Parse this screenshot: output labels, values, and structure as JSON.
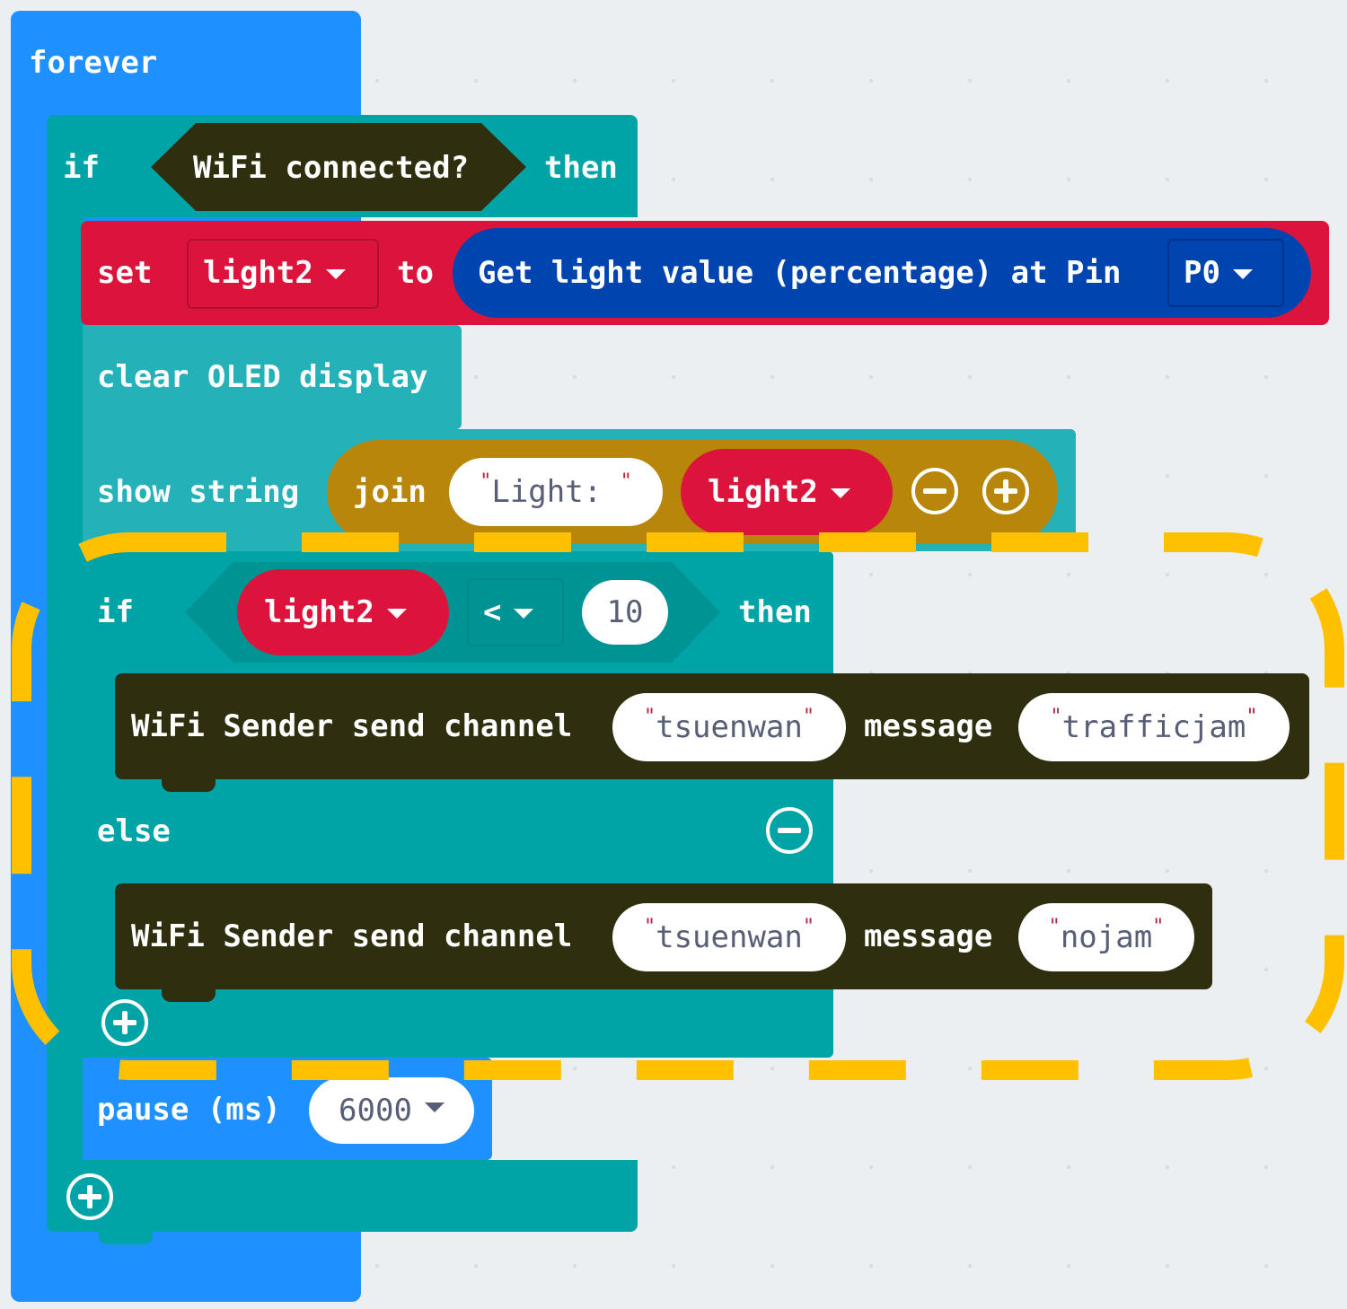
{
  "forever": {
    "label": "forever"
  },
  "outer_if": {
    "if_label": "if",
    "condition": "WiFi connected?",
    "then_label": "then"
  },
  "set_block": {
    "set_label": "set",
    "variable": "light2",
    "to_label": "to",
    "reporter": "Get light value (percentage) at Pin",
    "pin": "P0"
  },
  "clear_block": {
    "label": "clear OLED display"
  },
  "show_block": {
    "label": "show string",
    "join_label": "join",
    "text": "Light: ",
    "variable": "light2"
  },
  "inner_if": {
    "if_label": "if",
    "variable": "light2",
    "operator": "<",
    "value": "10",
    "then_label": "then",
    "else_label": "else"
  },
  "send1": {
    "label": "WiFi Sender send channel",
    "channel": "tsuenwan",
    "message_label": "message",
    "message": "trafficjam"
  },
  "send2": {
    "label": "WiFi Sender send channel",
    "channel": "tsuenwan",
    "message_label": "message",
    "message": "nojam"
  },
  "pause_block": {
    "label": "pause (ms)",
    "value": "6000"
  },
  "colors": {
    "forever": "#1e90ff",
    "logic": "#00a4a6",
    "variables": "#dc143c",
    "sensor": "#0044b0",
    "wifi": "#2f2e0f",
    "text": "#b8860b",
    "highlight": "#ffc000"
  }
}
